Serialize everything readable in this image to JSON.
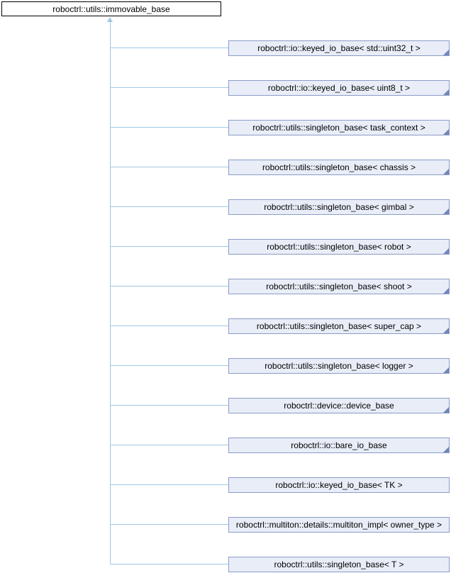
{
  "diagram": {
    "base": {
      "label": "roboctrl::utils::immovable_base"
    },
    "derived": [
      {
        "label": "roboctrl::io::keyed_io_base< std::uint32_t >",
        "folded": true
      },
      {
        "label": "roboctrl::io::keyed_io_base< uint8_t >",
        "folded": true
      },
      {
        "label": "roboctrl::utils::singleton_base< task_context >",
        "folded": true
      },
      {
        "label": "roboctrl::utils::singleton_base< chassis >",
        "folded": true
      },
      {
        "label": "roboctrl::utils::singleton_base< gimbal >",
        "folded": true
      },
      {
        "label": "roboctrl::utils::singleton_base< robot >",
        "folded": true
      },
      {
        "label": "roboctrl::utils::singleton_base< shoot >",
        "folded": true
      },
      {
        "label": "roboctrl::utils::singleton_base< super_cap >",
        "folded": true
      },
      {
        "label": "roboctrl::utils::singleton_base< logger >",
        "folded": true
      },
      {
        "label": "roboctrl::device::device_base",
        "folded": true
      },
      {
        "label": "roboctrl::io::bare_io_base",
        "folded": true
      },
      {
        "label": "roboctrl::io::keyed_io_base< TK >",
        "folded": false
      },
      {
        "label": "roboctrl::multiton::details::multiton_impl< owner_type >",
        "folded": false
      },
      {
        "label": "roboctrl::utils::singleton_base< T >",
        "folded": false
      }
    ]
  },
  "colors": {
    "node_fill": "#e8edf7",
    "node_border": "#8a9cc8",
    "fold_corner": "#7086ba",
    "connector_line": "#a0c8e4",
    "base_node_border": "#000000",
    "base_node_fill": "#ffffff",
    "text": "#000000"
  }
}
